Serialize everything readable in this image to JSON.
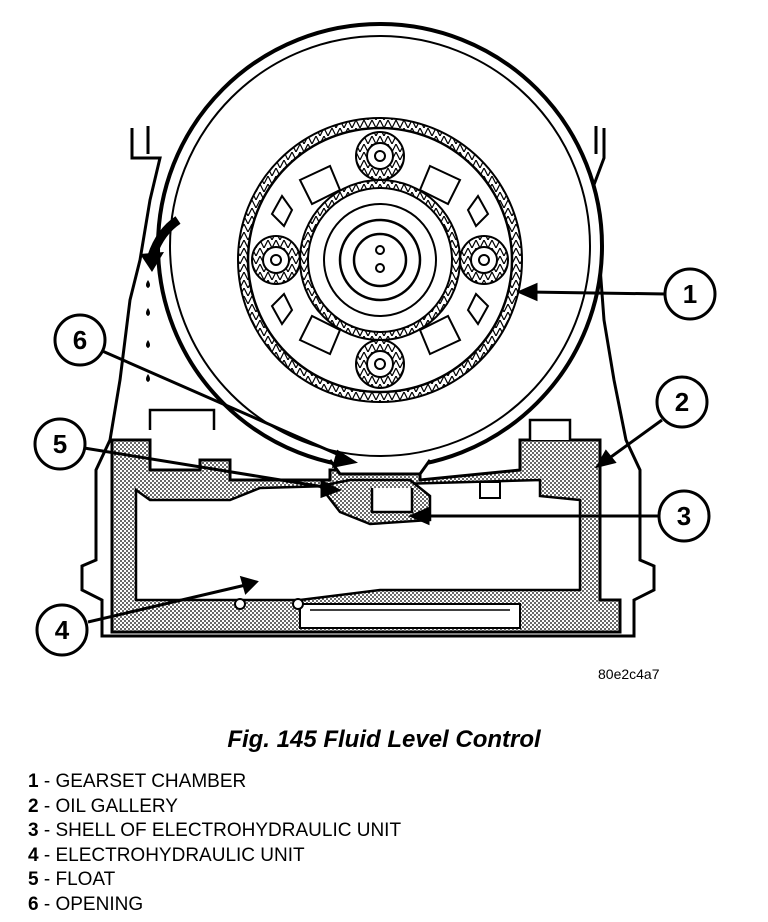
{
  "figure": {
    "image_id": "80e2c4a7",
    "callouts": [
      "1",
      "2",
      "3",
      "4",
      "5",
      "6"
    ]
  },
  "caption": "Fig. 145 Fluid Level Control",
  "legend": [
    {
      "num": "1",
      "text": "GEARSET CHAMBER"
    },
    {
      "num": "2",
      "text": "OIL GALLERY"
    },
    {
      "num": "3",
      "text": "SHELL OF ELECTROHYDRAULIC UNIT"
    },
    {
      "num": "4",
      "text": "ELECTROHYDRAULIC UNIT"
    },
    {
      "num": "5",
      "text": "FLOAT"
    },
    {
      "num": "6",
      "text": "OPENING"
    }
  ],
  "legend_separator": " - ",
  "colors": {
    "ink": "#000000",
    "hatch": "#b0b0b0",
    "paper": "#ffffff"
  }
}
